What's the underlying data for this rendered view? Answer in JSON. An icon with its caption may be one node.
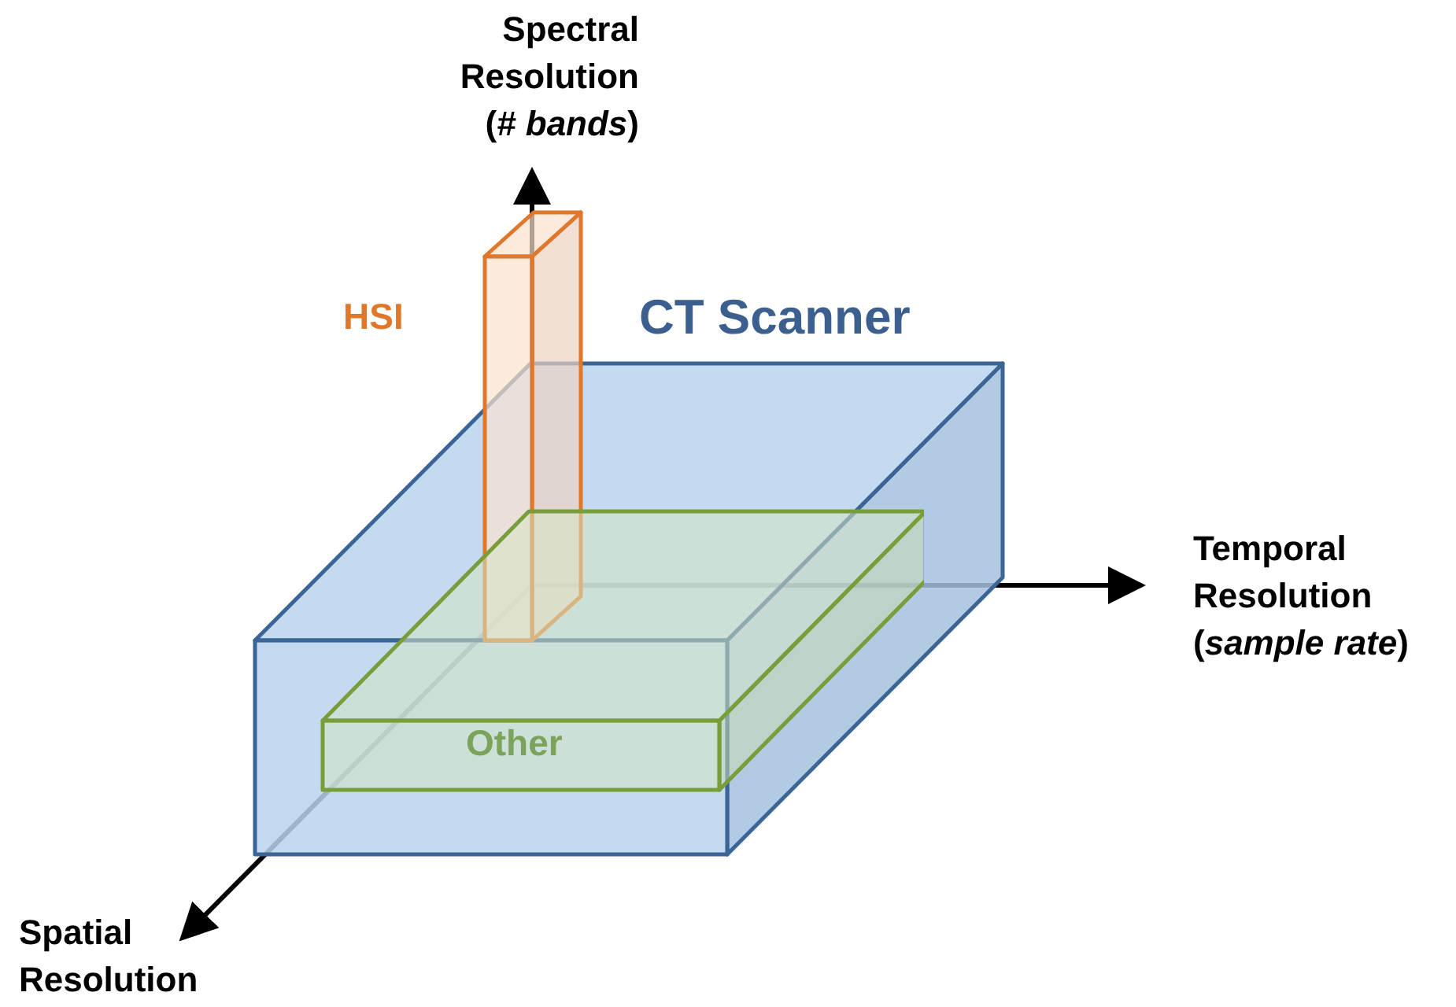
{
  "diagram": {
    "nodes": [
      {
        "text": [
          "CT Scanner"
        ]
      },
      {
        "text": [
          "HSI"
        ]
      },
      {
        "text": [
          "Other"
        ]
      }
    ],
    "edges": [],
    "labels": [
      "Spectral Resolution (*# bands*)",
      "Temporal Resolution (*sample rate*)",
      "Spatial Resolution"
    ]
  }
}
